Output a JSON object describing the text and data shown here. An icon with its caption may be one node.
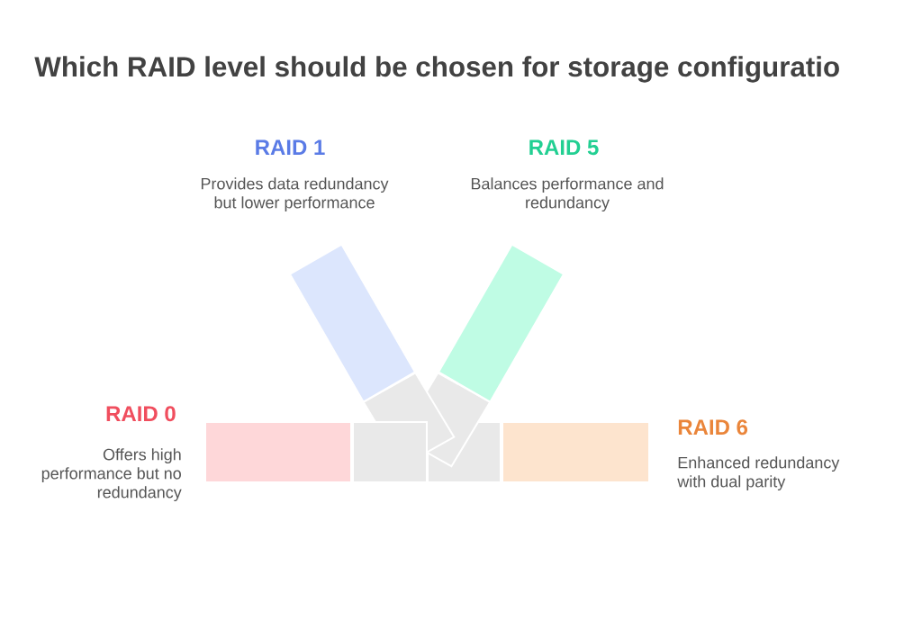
{
  "diagram": {
    "title": "Which RAID level should be chosen for storage configuratio",
    "nodes": [
      {
        "text": [
          "RAID 1",
          "Provides data redundancy but lower performance"
        ]
      },
      {
        "text": [
          "RAID 5",
          "Balances performance and redundancy"
        ]
      },
      {
        "text": [
          "RAID 0",
          "Offers high performance but no redundancy"
        ]
      },
      {
        "text": [
          "RAID 6",
          "Enhanced redundancy with dual parity"
        ]
      }
    ]
  }
}
